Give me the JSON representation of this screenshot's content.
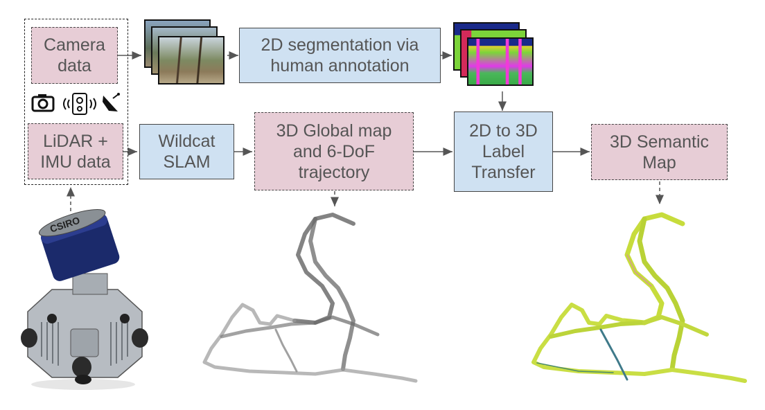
{
  "nodes": {
    "camera_data": "Camera\ndata",
    "lidar_imu": "LiDAR +\nIMU data",
    "segmentation": "2D segmentation via\nhuman annotation",
    "wildcat": "Wildcat\nSLAM",
    "global_map": "3D Global map\nand 6-DoF\ntrajectory",
    "label_transfer": "2D to 3D\nLabel\nTransfer",
    "semantic_map": "3D Semantic\nMap"
  },
  "device": {
    "brand_label": "CSIRO"
  },
  "icons": [
    "camera-icon",
    "lidar-icon",
    "imu-icon"
  ],
  "colors": {
    "pink_box": "#e7cdd6",
    "blue_box": "#cfe1f2",
    "arrow": "#555555",
    "map_gray": "#777777",
    "map_semantic": "#c7dc3c"
  }
}
